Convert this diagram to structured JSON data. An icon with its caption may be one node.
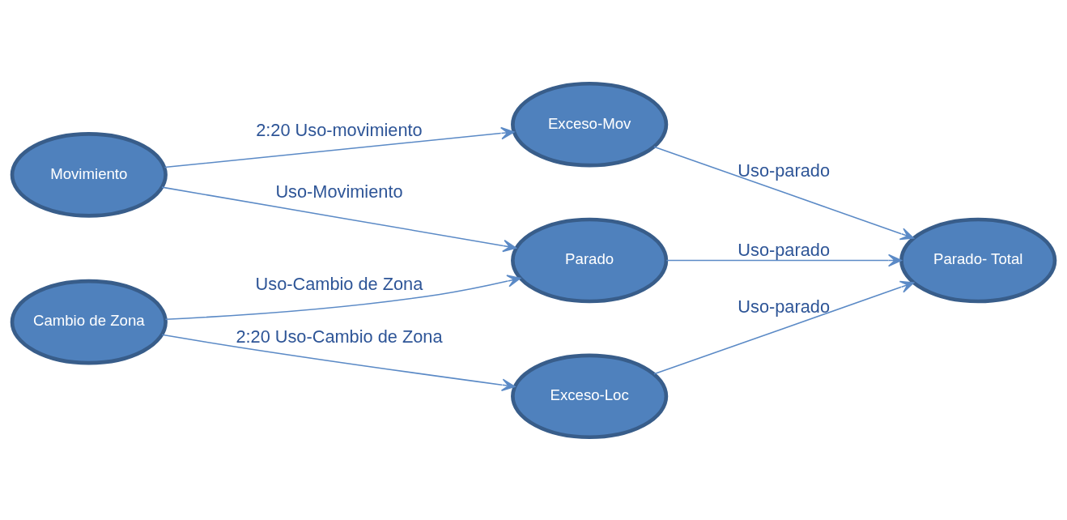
{
  "diagram": {
    "nodes": [
      {
        "text": [
          "Movimiento"
        ]
      },
      {
        "text": [
          "Exceso-Mov"
        ]
      },
      {
        "text": [
          "Parado"
        ]
      },
      {
        "text": [
          "Parado- Total"
        ]
      },
      {
        "text": [
          "Cambio de Zona"
        ]
      },
      {
        "text": [
          "Exceso-Loc"
        ]
      }
    ],
    "edges": [
      {
        "from": 0,
        "to": 1,
        "arrow": "to",
        "label": "2:20 Uso-movimiento"
      },
      {
        "from": 1,
        "to": 3,
        "arrow": "to",
        "label": "Uso-parado"
      },
      {
        "from": 0,
        "to": 2,
        "arrow": "to",
        "label": "Uso-Movimiento"
      },
      {
        "from": 2,
        "to": 3,
        "arrow": "to",
        "label": "Uso-parado"
      },
      {
        "from": 4,
        "to": 2,
        "arrow": "to",
        "label": "Uso-Cambio de Zona"
      },
      {
        "from": 4,
        "to": 5,
        "arrow": "to",
        "label": "2:20 Uso-Cambio de Zona"
      },
      {
        "from": 5,
        "to": 3,
        "arrow": "to",
        "label": "Uso-parado"
      }
    ]
  }
}
